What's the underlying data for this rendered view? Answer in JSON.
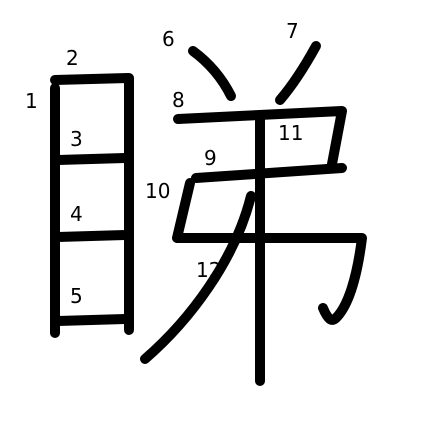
{
  "diagram": {
    "stroke_color": "#000000",
    "background_color": "#ffffff",
    "stroke_numbers": [
      "1",
      "2",
      "3",
      "4",
      "5",
      "6",
      "7",
      "8",
      "9",
      "10",
      "11",
      "12"
    ]
  }
}
